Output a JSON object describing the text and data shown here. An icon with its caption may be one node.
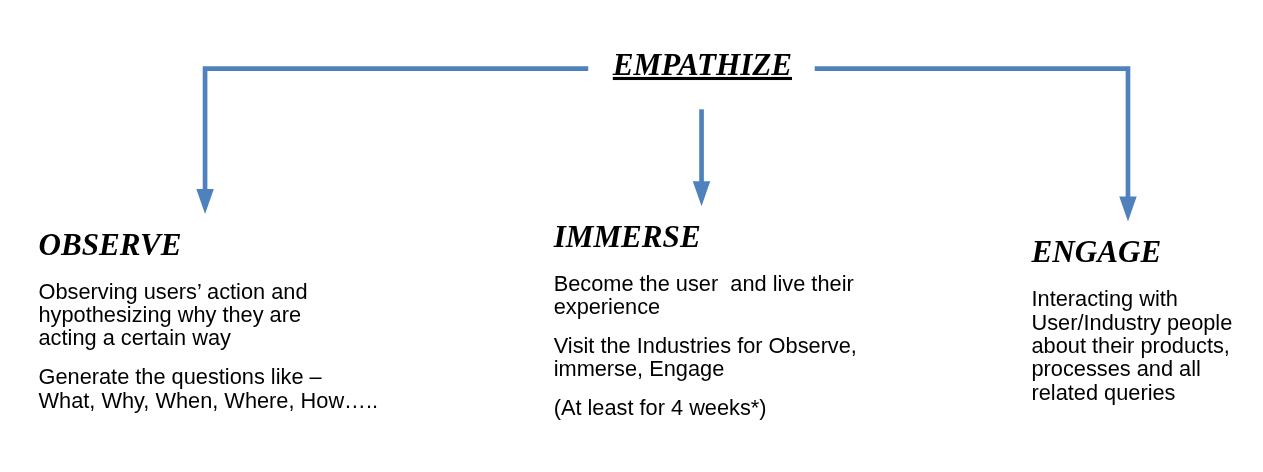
{
  "diagram": {
    "nodes": [
      {
        "text": [
          "EMPATHIZE"
        ]
      },
      {
        "text": [
          "OBSERVE"
        ],
        "beside": [
          "Observing users’ action and hypothesizing why they are acting a certain way",
          "Generate the questions like – What, Why, When, Where, How….."
        ]
      },
      {
        "text": [
          "IMMERSE"
        ],
        "beside": [
          "Become the user  and live their experience",
          "Visit the Industries for Observe, immerse, Engage",
          "(At least for 4 weeks*)"
        ]
      },
      {
        "text": [
          "ENGAGE"
        ],
        "beside": [
          "Interacting with User/Industry people about their products, processes and all related queries"
        ]
      }
    ],
    "edges": [
      {
        "from": 0,
        "to": 1,
        "arrow": "to"
      },
      {
        "from": 0,
        "to": 2,
        "arrow": "to"
      },
      {
        "from": 0,
        "to": 3,
        "arrow": "to"
      }
    ]
  }
}
